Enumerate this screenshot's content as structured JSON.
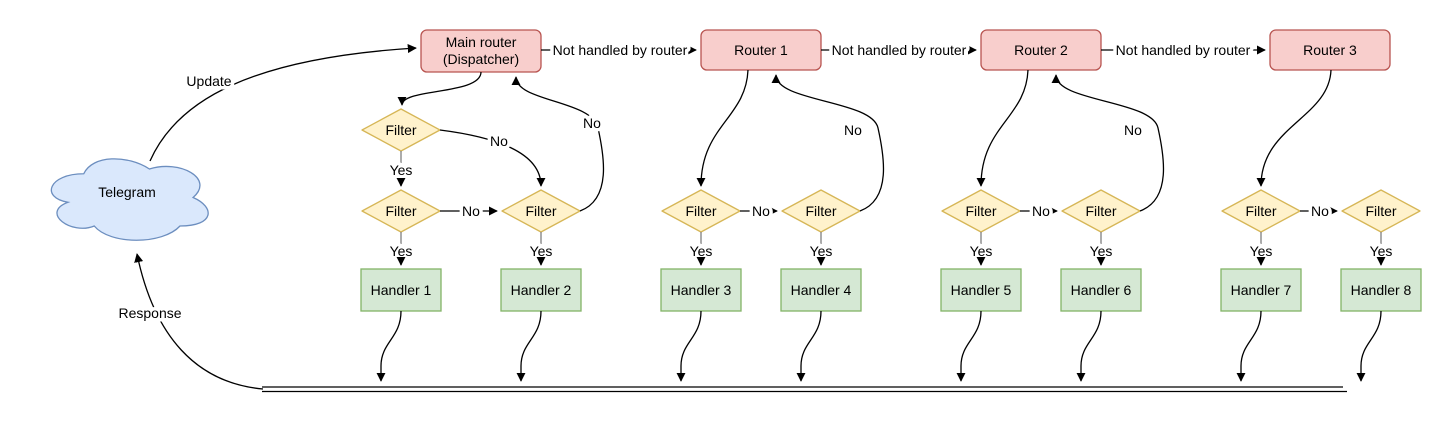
{
  "cloud": {
    "label": "Telegram"
  },
  "edge_labels": {
    "update": "Update",
    "response": "Response",
    "not_handled": "Not handled by router",
    "yes": "Yes",
    "no": "No"
  },
  "nodes": {
    "main_router": {
      "line1": "Main router",
      "line2": "(Dispatcher)"
    },
    "router1": {
      "label": "Router 1"
    },
    "router2": {
      "label": "Router 2"
    },
    "router3": {
      "label": "Router 3"
    },
    "filter_label": "Filter",
    "handlers": [
      {
        "label": "Handler 1"
      },
      {
        "label": "Handler 2"
      },
      {
        "label": "Handler 3"
      },
      {
        "label": "Handler 4"
      },
      {
        "label": "Handler 5"
      },
      {
        "label": "Handler 6"
      },
      {
        "label": "Handler 7"
      },
      {
        "label": "Handler 8"
      }
    ]
  },
  "colors": {
    "router_fill": "#f8cecc",
    "router_stroke": "#b85450",
    "filter_fill": "#fff2cc",
    "filter_stroke": "#d6b656",
    "handler_fill": "#d5e8d4",
    "handler_stroke": "#82b366",
    "cloud_fill": "#dae8fc",
    "cloud_stroke": "#6c8ebf",
    "edge": "#000000",
    "yes_stub": "#808080",
    "background": "#ffffff"
  }
}
